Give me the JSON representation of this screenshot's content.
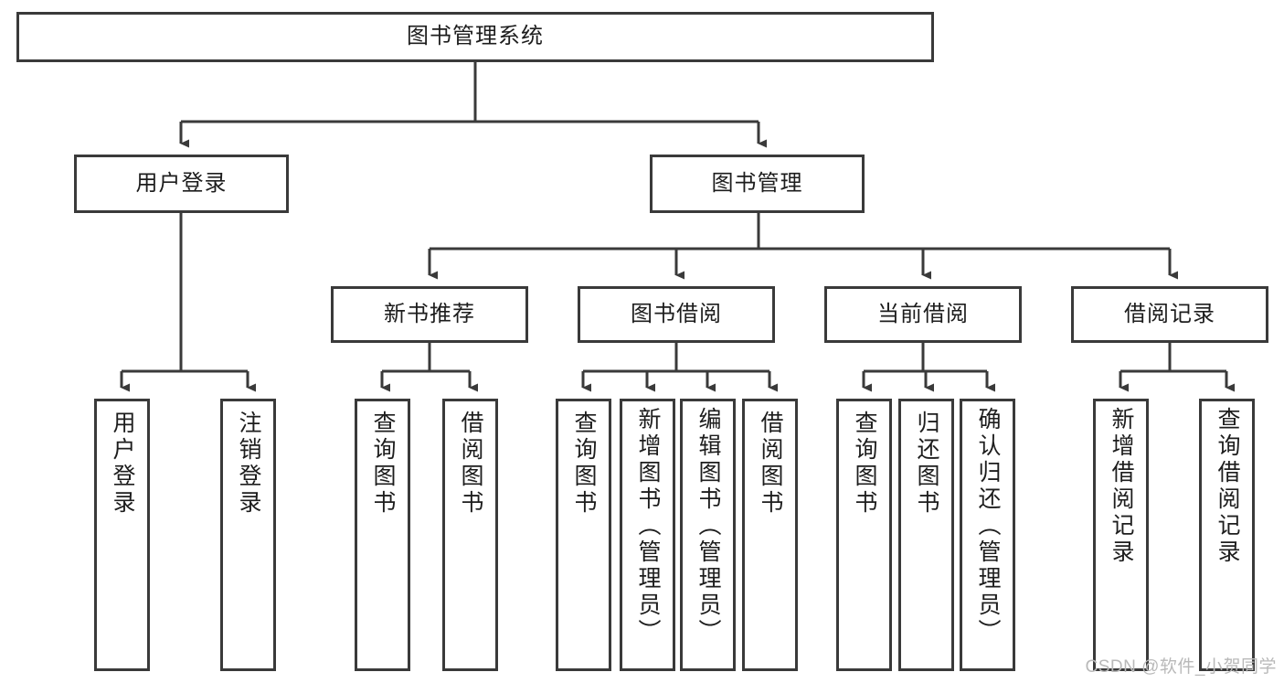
{
  "diagram": {
    "title": "图书管理系统",
    "type": "tree-hierarchy",
    "watermark": "CSDN @软件_小贺同学",
    "colors": {
      "stroke": "#3a3a3a",
      "fill": "#ffffff",
      "text": "#1d1d1d",
      "watermark": "#b9b9b9"
    },
    "root": {
      "label": "图书管理系统"
    },
    "level2": [
      {
        "label": "用户登录"
      },
      {
        "label": "图书管理"
      }
    ],
    "level3": [
      {
        "label": "新书推荐"
      },
      {
        "label": "图书借阅"
      },
      {
        "label": "当前借阅"
      },
      {
        "label": "借阅记录"
      }
    ],
    "leaves": {
      "user_login": [
        {
          "label": "用户登录"
        },
        {
          "label": "注销登录"
        }
      ],
      "new_book_recommend": [
        {
          "label": "查询图书"
        },
        {
          "label": "借阅图书"
        }
      ],
      "book_borrow": [
        {
          "label": "查询图书"
        },
        {
          "label": "新增图书（管理员）"
        },
        {
          "label": "编辑图书（管理员）"
        },
        {
          "label": "借阅图书"
        }
      ],
      "current_borrow": [
        {
          "label": "查询图书"
        },
        {
          "label": "归还图书"
        },
        {
          "label": "确认归还（管理员）"
        }
      ],
      "borrow_record": [
        {
          "label": "新增借阅记录"
        },
        {
          "label": "查询借阅记录"
        }
      ]
    }
  }
}
